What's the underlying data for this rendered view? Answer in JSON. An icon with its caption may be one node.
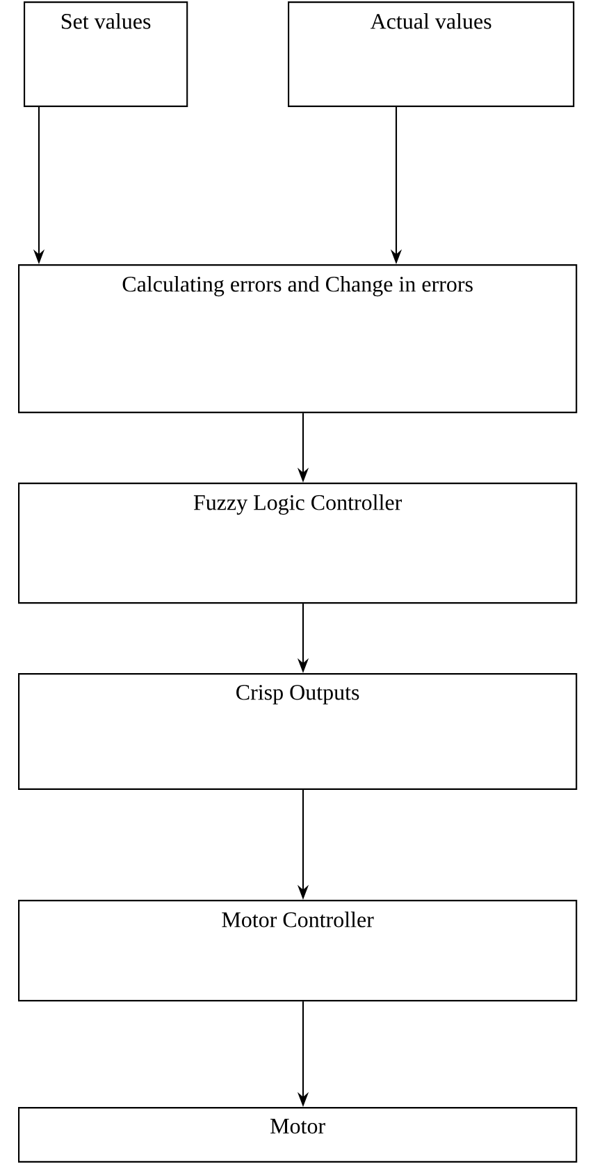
{
  "diagram": {
    "nodes": [
      {
        "text": [
          "Set values"
        ]
      },
      {
        "text": [
          "Actual values"
        ]
      },
      {
        "text": [
          "Calculating errors and Change in errors"
        ]
      },
      {
        "text": [
          "Fuzzy Logic Controller"
        ]
      },
      {
        "text": [
          "Crisp Outputs"
        ]
      },
      {
        "text": [
          "Motor Controller"
        ]
      },
      {
        "text": [
          "Motor"
        ]
      }
    ],
    "edges": [
      {
        "from": 0,
        "to": 2,
        "arrow": "to"
      },
      {
        "from": 1,
        "to": 2,
        "arrow": "to"
      },
      {
        "from": 2,
        "to": 3,
        "arrow": "to"
      },
      {
        "from": 3,
        "to": 4,
        "arrow": "to"
      },
      {
        "from": 4,
        "to": 5,
        "arrow": "to"
      },
      {
        "from": 5,
        "to": 6,
        "arrow": "to"
      }
    ]
  }
}
